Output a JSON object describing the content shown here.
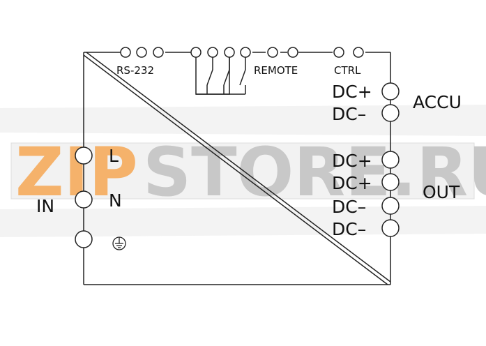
{
  "watermark": {
    "text_left": "ZIP",
    "text_right": "STORE.RU",
    "colors": {
      "left": "#f5b26b",
      "right": "#c8c8c8",
      "band": "#e2e2e2"
    }
  },
  "diagram": {
    "labels": {
      "rs232": "RS-232",
      "remote": "REMOTE",
      "ctrl": "CTRL",
      "dc_plus_1": "DC+",
      "dc_minus_1": "DC–",
      "accu": "ACCU",
      "dc_plus_2": "DC+",
      "dc_plus_3": "DC+",
      "dc_minus_2": "DC–",
      "dc_minus_3": "DC–",
      "out": "OUT",
      "l": "L",
      "n": "N",
      "in": "IN"
    },
    "icons": {
      "ground": "ground-symbol-icon",
      "terminal": "terminal-circle-icon",
      "switch": "switch-contact-icon"
    },
    "colors": {
      "line": "#222222",
      "text": "#111111"
    }
  }
}
